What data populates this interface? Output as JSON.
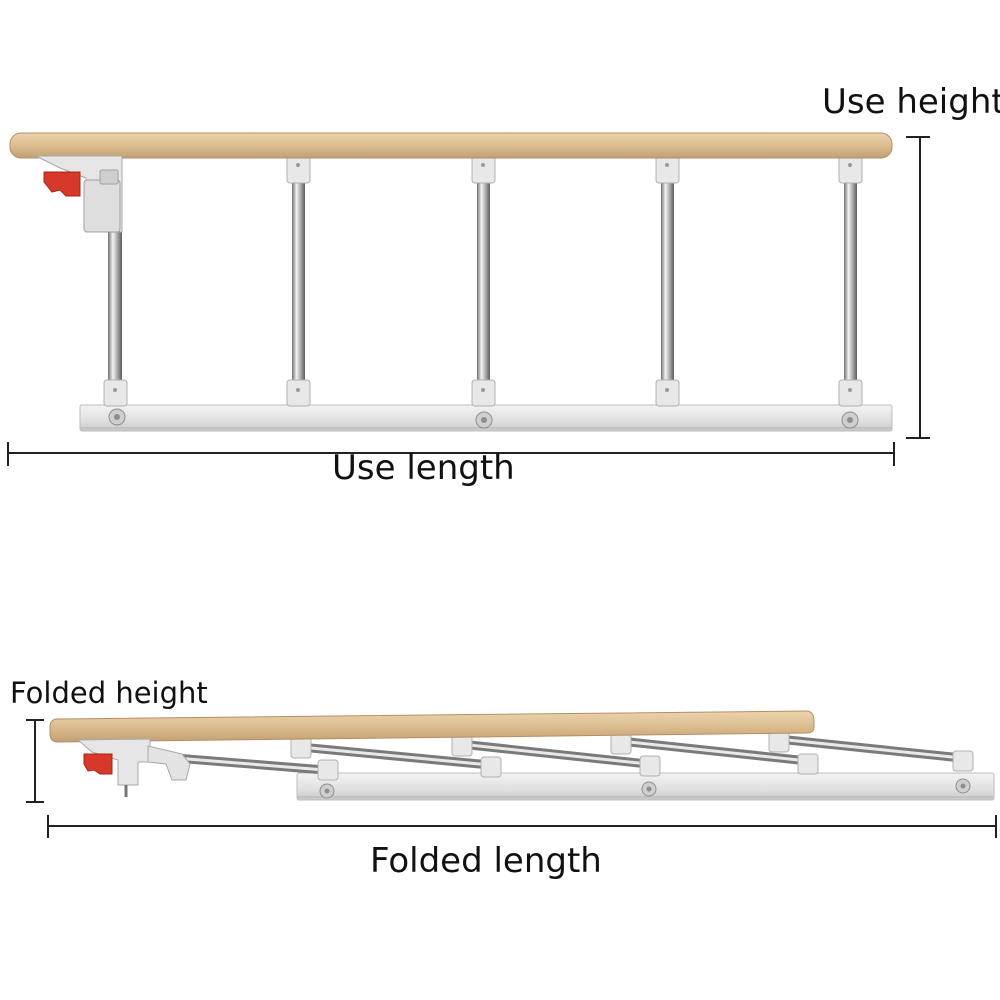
{
  "labels": {
    "use_height": "Use height",
    "use_length": "Use length",
    "folded_height": "Folded height",
    "folded_length": "Folded length"
  },
  "colors": {
    "wood_top": "#e6c9a0",
    "wood_bottom": "#c9a57a",
    "steel_light": "#f2f2f2",
    "steel_dark": "#8a8a8a",
    "aluminum": "#e4e4e4",
    "bracket": "#e6e6e6",
    "latch_red": "#d8382a",
    "dimension_line": "#222222"
  }
}
